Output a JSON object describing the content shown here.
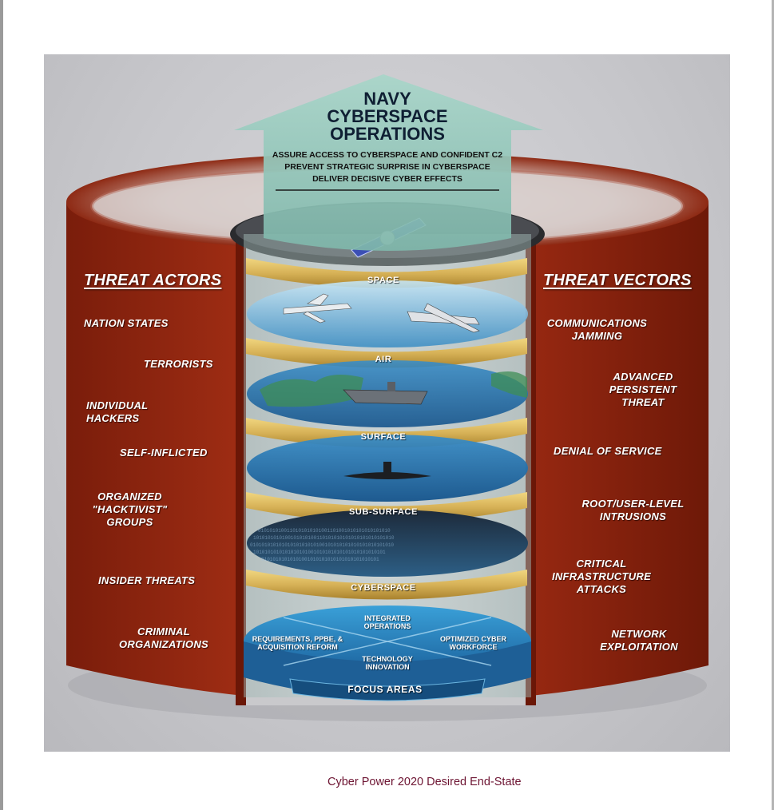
{
  "page": {
    "caption": "Cyber Power 2020 Desired End-State"
  },
  "arrow": {
    "title_line1": "NAVY",
    "title_line2": "CYBERSPACE",
    "title_line3": "OPERATIONS",
    "goals": [
      "ASSURE ACCESS TO CYBERSPACE AND CONFIDENT C2",
      "PREVENT STRATEGIC SURPRISE IN CYBERSPACE",
      "DELIVER DECISIVE CYBER EFFECTS"
    ]
  },
  "threat_actors": {
    "heading": "THREAT ACTORS",
    "items": [
      "NATION STATES",
      "TERRORISTS",
      "INDIVIDUAL\nHACKERS",
      "SELF-INFLICTED",
      "ORGANIZED\n\"HACKTIVIST\"\nGROUPS",
      "INSIDER THREATS",
      "CRIMINAL\nORGANIZATIONS"
    ]
  },
  "threat_vectors": {
    "heading": "THREAT VECTORS",
    "items": [
      "COMMUNICATIONS\nJAMMING",
      "ADVANCED\nPERSISTENT\nTHREAT",
      "DENIAL OF SERVICE",
      "ROOT/USER-LEVEL\nINTRUSIONS",
      "CRITICAL\nINFRASTRUCTURE\nATTACKS",
      "NETWORK\nEXPLOITATION"
    ]
  },
  "domains": [
    "SPACE",
    "AIR",
    "SURFACE",
    "SUB-SURFACE",
    "CYBERSPACE"
  ],
  "focus_areas": {
    "label": "FOCUS AREAS",
    "items": [
      "INTEGRATED\nOPERATIONS",
      "REQUIREMENTS, PPBE, &\nACQUISITION REFORM",
      "OPTIMIZED CYBER\nWORKFORCE",
      "TECHNOLOGY\nINNOVATION"
    ]
  },
  "colors": {
    "cylinder_red": "#9b2a12",
    "gold_band": "#d9b65a",
    "arrow_fill": "#8fc3b6",
    "caption": "#6d1432"
  }
}
